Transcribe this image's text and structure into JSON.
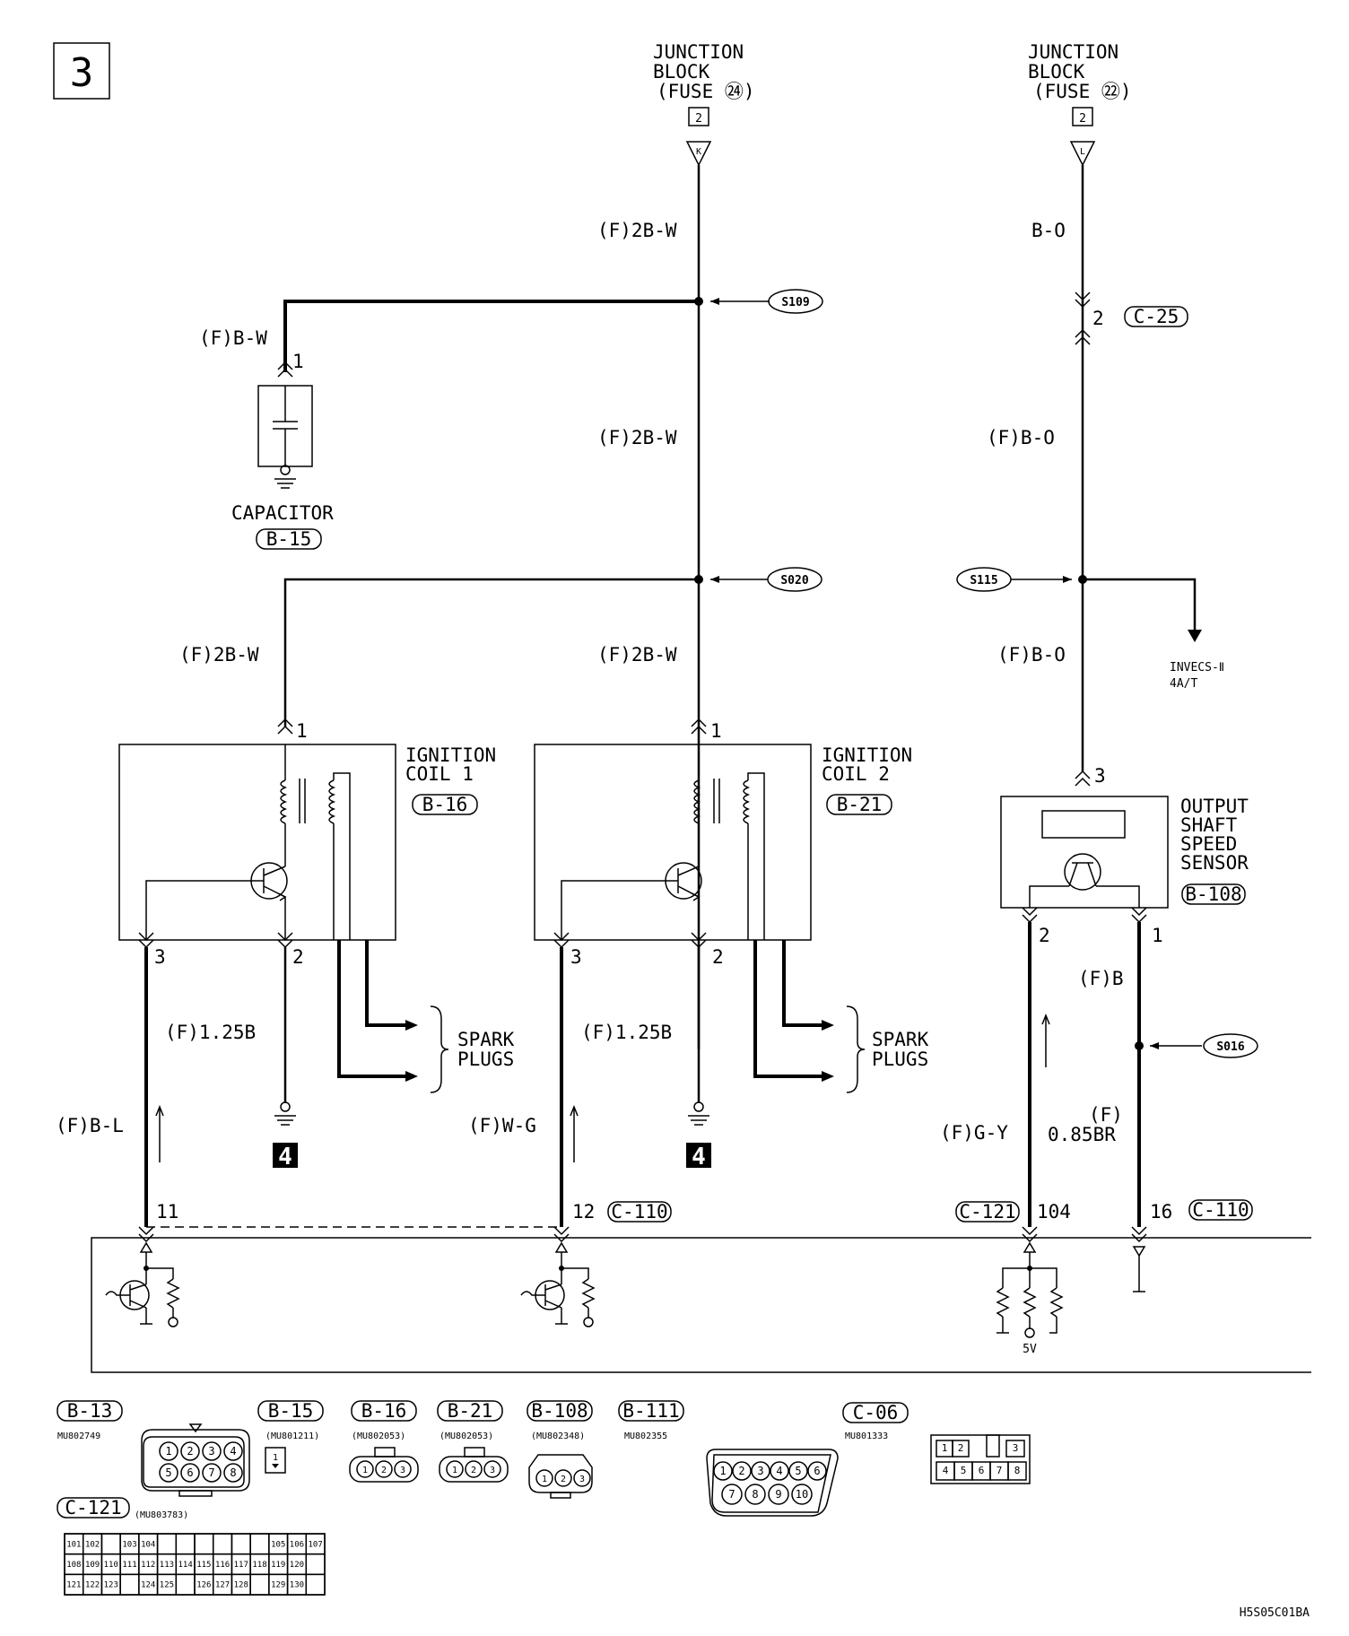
{
  "page": {
    "number": "3",
    "diagram_code": "H5S05C01BA"
  },
  "power": {
    "left": {
      "title1": "JUNCTION",
      "title2": "BLOCK",
      "title3": "(FUSE ㉔)",
      "box": "2",
      "terminal": "K"
    },
    "right": {
      "title1": "JUNCTION",
      "title2": "BLOCK",
      "title3": "(FUSE ㉒)",
      "box": "2",
      "terminal": "L"
    }
  },
  "wires": {
    "w1": "(F)2B-W",
    "w2": "(F)2B-W",
    "w3": "(F)B-W",
    "w4": "(F)2B-W",
    "w5": "(F)2B-W",
    "w6": "B-O",
    "w7": "(F)B-O",
    "w8": "(F)B-O",
    "w9": "(F)1.25B",
    "w10": "(F)1.25B",
    "w11": "(F)B-L",
    "w12": "(F)W-G",
    "w13": "(F)G-Y",
    "w14": "(F)B",
    "w15a": "(F)",
    "w15b": "0.85BR"
  },
  "splices": {
    "s109": "S109",
    "s020": "S020",
    "s115": "S115",
    "s016": "S016"
  },
  "components": {
    "capacitor": {
      "name": "CAPACITOR",
      "conn": "B-15",
      "pin": "1"
    },
    "coil1": {
      "name1": "IGNITION",
      "name2": "COIL 1",
      "conn": "B-16",
      "pin1": "1",
      "pin2": "2",
      "pin3": "3"
    },
    "coil2": {
      "name1": "IGNITION",
      "name2": "COIL 2",
      "conn": "B-21",
      "pin1": "1",
      "pin2": "2",
      "pin3": "3"
    },
    "sensor": {
      "name1": "OUTPUT",
      "name2": "SHAFT",
      "name3": "SPEED",
      "name4": "SENSOR",
      "conn": "B-108",
      "pin3": "3",
      "pin2": "2",
      "pin1": "1"
    },
    "spark1": {
      "name1": "SPARK",
      "name2": "PLUGS"
    },
    "spark2": {
      "name1": "SPARK",
      "name2": "PLUGS"
    },
    "invecs": {
      "name1": "INVECS-Ⅱ",
      "name2": "4A/T"
    },
    "c25": {
      "pin": "2",
      "conn": "C-25"
    },
    "ground_ref": "4",
    "ecu": {
      "p11": "11",
      "p12": "12",
      "c110a": "C-110",
      "c121": "C-121",
      "p104": "104",
      "p16": "16",
      "c110b": "C-110",
      "v5": "5V"
    }
  },
  "connectors": {
    "b13": {
      "label": "B-13",
      "part": "MU802749",
      "pins": [
        "1",
        "2",
        "3",
        "4",
        "5",
        "6",
        "7",
        "8"
      ]
    },
    "b15": {
      "label": "B-15",
      "part": "(MU801211)",
      "pins": [
        "1"
      ]
    },
    "b16": {
      "label": "B-16",
      "part": "(MU802053)",
      "pins": [
        "1",
        "2",
        "3"
      ]
    },
    "b21": {
      "label": "B-21",
      "part": "(MU802053)",
      "pins": [
        "1",
        "2",
        "3"
      ]
    },
    "b108": {
      "label": "B-108",
      "part": "(MU802348)",
      "pins": [
        "1",
        "2",
        "3"
      ]
    },
    "b111": {
      "label": "B-111",
      "part": "MU802355",
      "pins": [
        "1",
        "2",
        "3",
        "4",
        "5",
        "6",
        "7",
        "8",
        "9",
        "10"
      ]
    },
    "c06": {
      "label": "C-06",
      "part": "MU801333",
      "pins": [
        "1",
        "2",
        "3",
        "4",
        "5",
        "6",
        "7",
        "8"
      ]
    },
    "c121": {
      "label": "C-121",
      "part": "(MU803783)",
      "row1": [
        "101",
        "102",
        "",
        "103",
        "104",
        "",
        "",
        "",
        "",
        "",
        "",
        "105",
        "106",
        "107"
      ],
      "row2": [
        "108",
        "109",
        "110",
        "111",
        "112",
        "113",
        "114",
        "115",
        "116",
        "117",
        "118",
        "119",
        "120"
      ],
      "row3": [
        "121",
        "122",
        "123",
        "",
        "124",
        "125",
        "",
        "126",
        "127",
        "128",
        "",
        "129",
        "130"
      ]
    }
  }
}
